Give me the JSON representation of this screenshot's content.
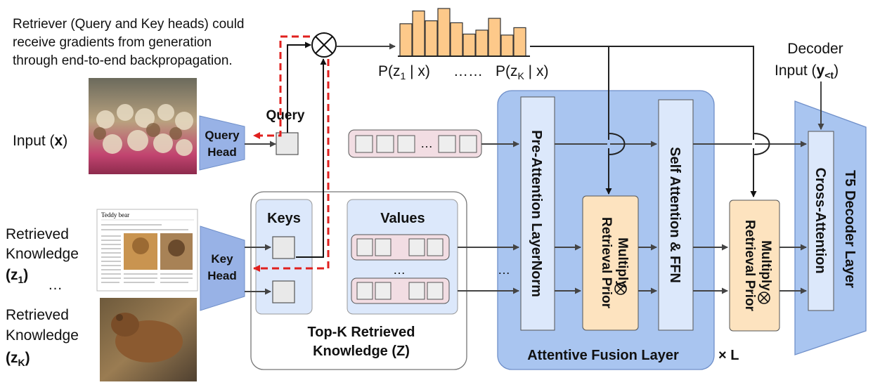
{
  "note": {
    "line1": "Retriever (Query and Key heads) could",
    "line2": "receive gradients from generation",
    "line3": "through end-to-end backpropagation."
  },
  "input": {
    "label": "Input (",
    "var": "x",
    "close": ")"
  },
  "query_head": {
    "line1": "Query",
    "line2": "Head"
  },
  "query_label": "Query",
  "key_head": {
    "line1": "Key",
    "line2": "Head"
  },
  "retrieved1": {
    "line1": "Retrieved",
    "line2": "Knowledge",
    "var": "z",
    "sub": "1",
    "open": "(",
    "close": ")"
  },
  "retrieved_k": {
    "line1": "Retrieved",
    "line2": "Knowledge",
    "var": "z",
    "sub": "K",
    "open": "(",
    "close": ")"
  },
  "ellipsis": "…",
  "dots": "……",
  "prob1": {
    "pre": "P(z",
    "sub": "1",
    "post": " | x)"
  },
  "probk": {
    "pre": "P(z",
    "sub": "K",
    "post": " | x)"
  },
  "histogram": {
    "values": [
      0.66,
      0.92,
      0.72,
      0.97,
      0.68,
      0.45,
      0.53,
      0.77,
      0.43,
      0.58
    ],
    "color": "#fdc98a"
  },
  "keys_label": "Keys",
  "values_label": "Values",
  "topk": {
    "line1": "Top-K Retrieved",
    "line2": "Knowledge (Z)"
  },
  "pre_attention": "Pre-Attention  LayerNorm",
  "multiply1": {
    "line1": "Multiply",
    "line2": "Retrieval Prior"
  },
  "self_attention": "Self Attention & FFN",
  "multiply2": {
    "line1": "Multiply",
    "line2": "Retrieval Prior"
  },
  "fusion_label": "Attentive Fusion Layer",
  "times_l": "× L",
  "decoder_input": {
    "line1": "Decoder",
    "line2": "Input (",
    "var": "y",
    "sub": "<t",
    "close": ")"
  },
  "t5": {
    "line1": "T5 Decoder Layer",
    "line2": "Cross-Attention"
  },
  "wiki_title": "Teddy bear",
  "colors": {
    "head": "#98b2e6",
    "fusion": "#a9c5f0",
    "inner_box": "#dce8fb",
    "prior": "#fde3bf",
    "pink": "#f2dde3",
    "gradient": "#e0201e"
  }
}
